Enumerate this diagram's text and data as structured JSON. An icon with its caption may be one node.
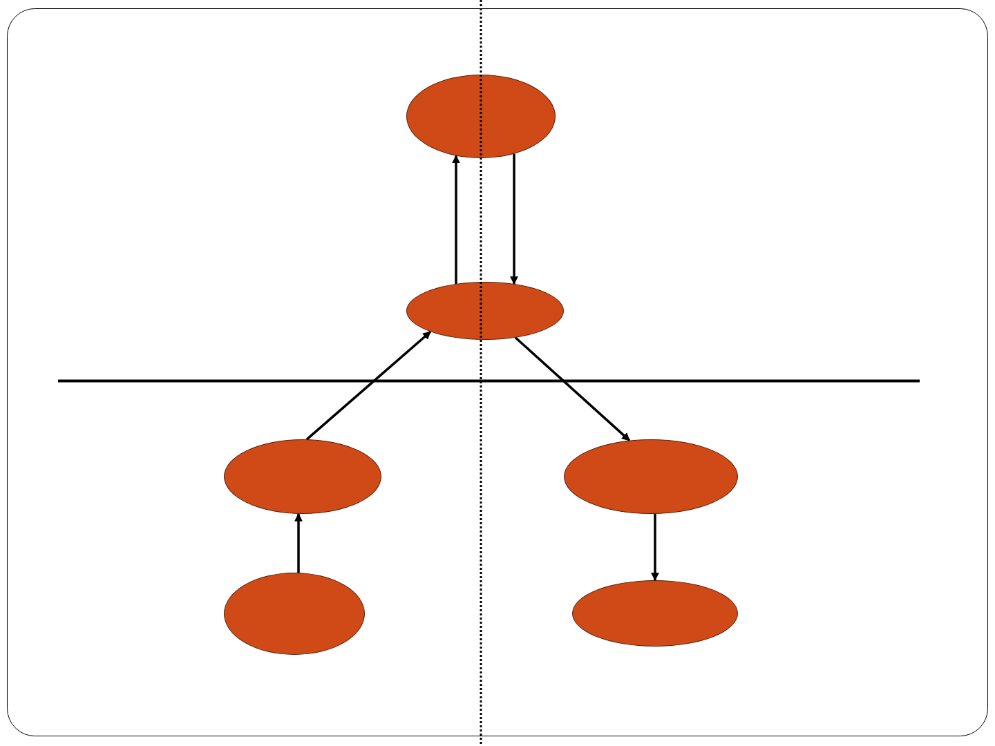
{
  "diagram": {
    "nodes": [
      {
        "text": [],
        "shape": "ellipse"
      },
      {
        "text": [],
        "shape": "ellipse"
      },
      {
        "text": [],
        "shape": "ellipse"
      },
      {
        "text": [],
        "shape": "ellipse"
      },
      {
        "text": [],
        "shape": "ellipse"
      },
      {
        "text": [],
        "shape": "ellipse"
      }
    ],
    "edges": [
      {
        "from": 1,
        "to": 0,
        "arrow": "to"
      },
      {
        "from": 0,
        "to": 1,
        "arrow": "to"
      },
      {
        "from": 2,
        "to": 1,
        "arrow": "to"
      },
      {
        "from": 1,
        "to": 3,
        "arrow": "to"
      },
      {
        "from": 4,
        "to": 2,
        "arrow": "to"
      },
      {
        "from": 3,
        "to": 5,
        "arrow": "to"
      }
    ]
  }
}
